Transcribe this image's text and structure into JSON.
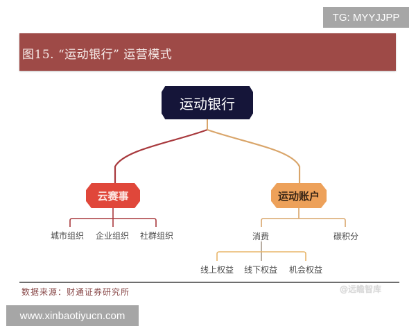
{
  "overlay": {
    "tg_label": "TG: MYYJJPP",
    "url_label": "www.xinbaotiyucn.com",
    "watermark": "@远瞻智库"
  },
  "banner": {
    "title": "图15. “运动银行” 运营模式",
    "color": "#9e4a47"
  },
  "diagram": {
    "root": {
      "label": "运动银行",
      "color": "#151539"
    },
    "left": {
      "label": "云赛事",
      "color": "#e0473a",
      "children": [
        "城市组织",
        "企业组织",
        "社群组织"
      ]
    },
    "right": {
      "label": "运动账户",
      "color": "#eda15a",
      "children": [
        {
          "label": "消费",
          "children": [
            "线上权益",
            "线下权益",
            "机会权益"
          ]
        },
        {
          "label": "碳积分"
        }
      ]
    }
  },
  "footer": {
    "source": "数据来源：财通证券研究所"
  }
}
